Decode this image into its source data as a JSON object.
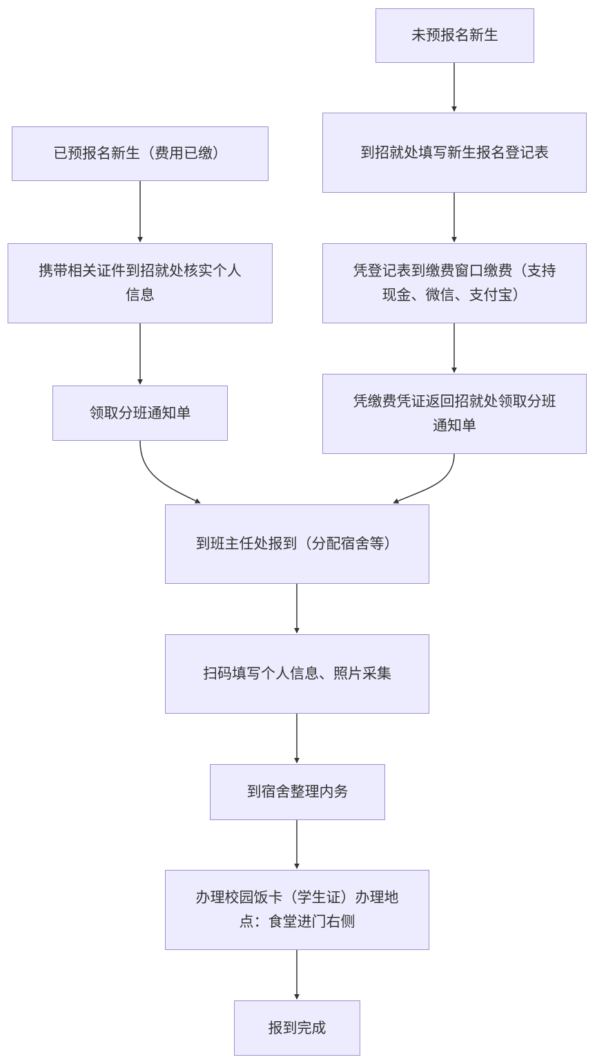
{
  "nodes": {
    "unregistered": "未预报名新生",
    "fill_form": "到招就处填写新生报名登记表",
    "pay_fee": "凭登记表到缴费窗口缴费（支持现金、微信、支付宝）",
    "return_receipt": "凭缴费凭证返回招就处领取分班通知单",
    "preregistered": "已预报名新生（费用已缴）",
    "verify_docs": "携带相关证件到招就处核实个人信息",
    "get_notice": "领取分班通知单",
    "report_teacher": "到班主任处报到（分配宿舍等）",
    "scan_code": "扫码填写个人信息、照片采集",
    "dorm": "到宿舍整理内务",
    "campus_card": "办理校园饭卡（学生证）办理地点：食堂进门右侧",
    "done": "报到完成"
  },
  "colors": {
    "node_fill": "#ececfe",
    "node_border": "#9e8fcf",
    "edge": "#333333",
    "text": "#333333"
  }
}
